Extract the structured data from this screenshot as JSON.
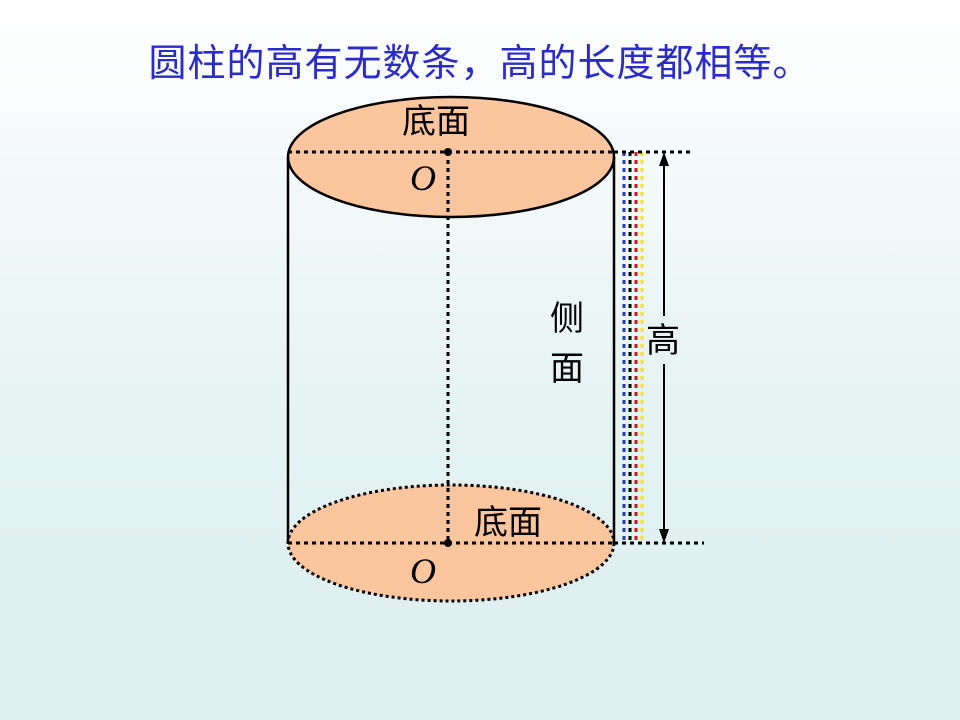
{
  "title": "圆柱的高有无数条，高的长度都相等。",
  "labels": {
    "top_base": "底面",
    "bottom_base": "底面",
    "lateral_surface_line1": "侧",
    "lateral_surface_line2": "面",
    "height": "高",
    "top_center": "O",
    "bottom_center": "O"
  },
  "colors": {
    "title": "#2b2bc8",
    "base_fill": "#fbc59d",
    "outline": "#000000",
    "height_line_blue": "#1f3bd6",
    "height_line_red": "#e01010",
    "height_line_yellow": "#f5e31a"
  }
}
